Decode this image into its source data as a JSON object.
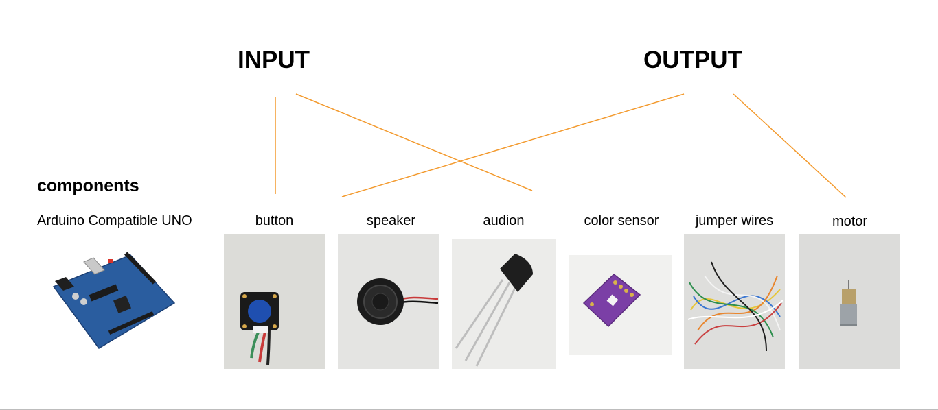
{
  "headings": {
    "input": "INPUT",
    "output": "OUTPUT"
  },
  "section_title": "components",
  "board_label": "Arduino Compatible UNO",
  "components": [
    {
      "id": "button",
      "label": "button",
      "group": "INPUT"
    },
    {
      "id": "speaker",
      "label": "speaker",
      "group": "OUTPUT"
    },
    {
      "id": "audion",
      "label": "audion",
      "group": "INPUT"
    },
    {
      "id": "color-sensor",
      "label": "color sensor",
      "group": ""
    },
    {
      "id": "jumper-wires",
      "label": "jumper wires",
      "group": ""
    },
    {
      "id": "motor",
      "label": "motor",
      "group": "OUTPUT"
    }
  ],
  "colors": {
    "connector": "#f39a2e",
    "board": "#2a5d9f",
    "sensor": "#7b3fa6"
  }
}
